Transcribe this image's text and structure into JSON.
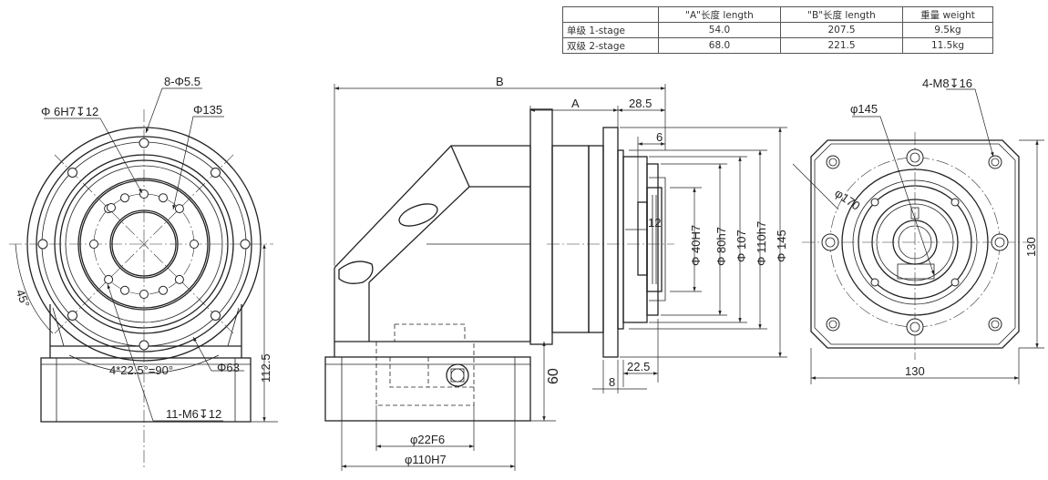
{
  "spec_table": {
    "headers": [
      "",
      "\"A\"长度 length",
      "\"B\"长度  length",
      "重量 weight"
    ],
    "rows": [
      {
        "label": "单级 1-stage",
        "a": "54.0",
        "b": "207.5",
        "w": "9.5kg"
      },
      {
        "label": "双级 2-stage",
        "a": "68.0",
        "b": "221.5",
        "w": "11.5kg"
      }
    ]
  },
  "left_view": {
    "hole_pattern": "8-Φ5.5",
    "pilot": "Φ 6H7↧12",
    "bolt_circle": "Φ135",
    "angle": "45°",
    "spacing": "4*22.5°=90°",
    "output_circle": "Φ63",
    "tapped_holes": "11-M6↧12",
    "height": "112.5"
  },
  "side_view": {
    "overall_length": "B",
    "body_length": "A",
    "flange_length": "28.5",
    "recess": "6",
    "key_width": "12",
    "d_shaft": "Φ 40H7",
    "d_pilot": "Φ 80h7",
    "d_107": "Φ 107",
    "d_110": "Φ 110h7",
    "d_145": "Φ 145",
    "flange_offset": "22.5",
    "flange_thk": "8",
    "base_height": "60",
    "input_bore": "φ22F6",
    "input_pilot": "φ110H7"
  },
  "right_view": {
    "tapped_holes": "4-M8↧16",
    "bolt_circle": "φ145",
    "diag": "φ170",
    "height": "130",
    "width": "130"
  }
}
